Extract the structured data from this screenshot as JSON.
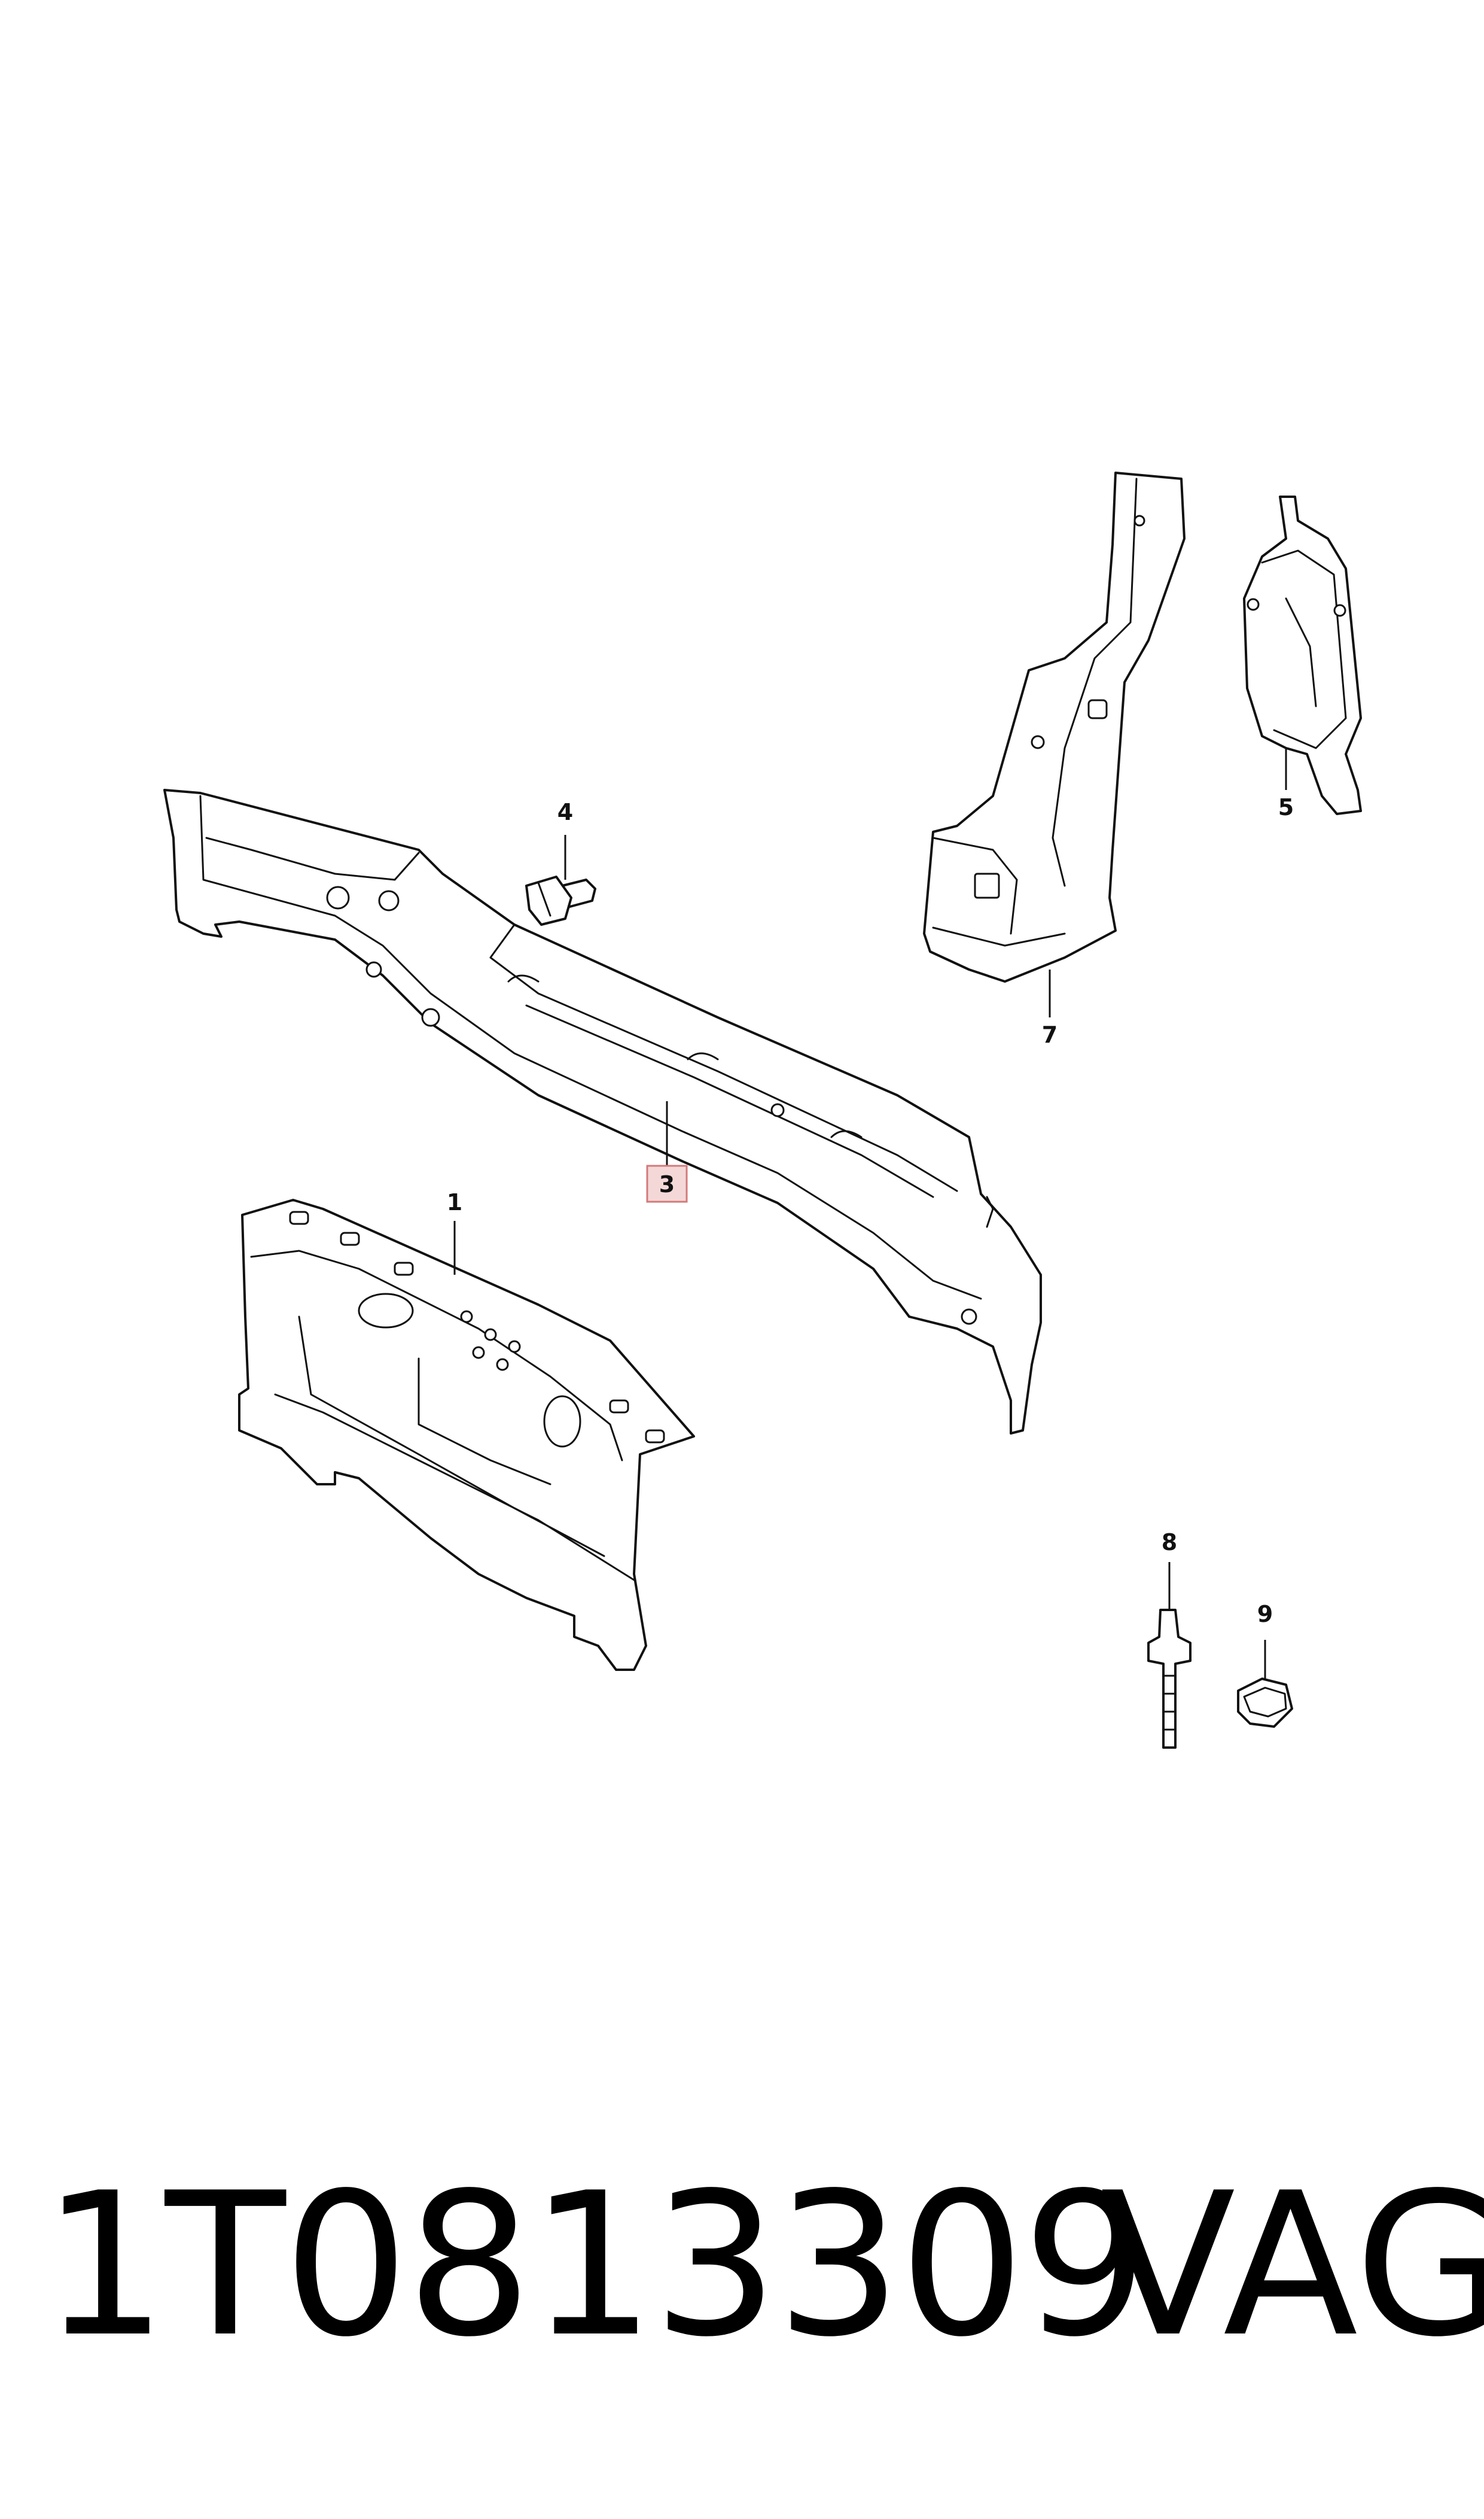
{
  "callouts": {
    "c1": "1",
    "c3": "3",
    "c4": "4",
    "c5": "5",
    "c7": "7",
    "c8": "8",
    "c9": "9"
  },
  "highlight": {
    "callout": "3",
    "fill": "#f4d8d8",
    "stroke": "#d37a7a",
    "text": "#7a3a3a"
  },
  "footer": {
    "part_number": "1T0813309",
    "brand": "VAG"
  }
}
